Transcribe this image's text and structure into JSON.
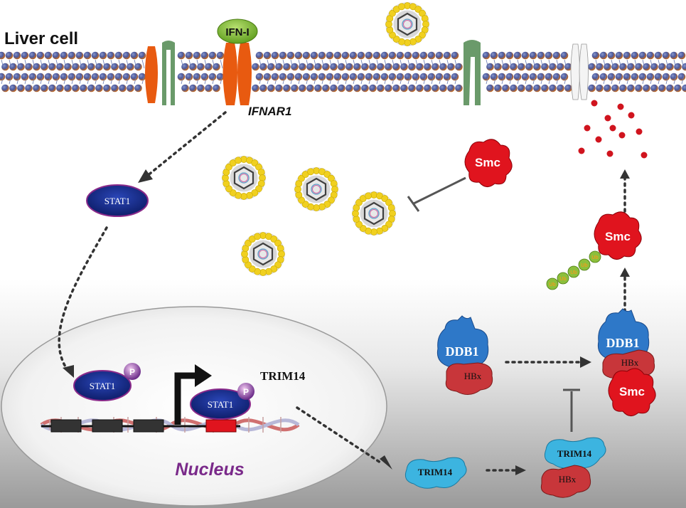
{
  "labels": {
    "cell_title": "Liver cell",
    "ifn": "IFN-I",
    "receptor": "IFNAR1",
    "nucleus": "Nucleus",
    "trim14_gene": "TRIM14"
  },
  "proteins": {
    "stat1": "STAT1",
    "phospho": "P",
    "smc": "Smc",
    "ddb1": "DDB1",
    "hbx": "HBx",
    "trim14": "TRIM14",
    "ub": "Ub"
  },
  "colors": {
    "stat1": "#1a2f8c",
    "smc": "#e0141e",
    "ddb1": "#2e78c8",
    "hbx": "#c8363a",
    "trim14": "#3cb4e0",
    "ub": "#8cbf3c",
    "nucleus_text": "#7a2a8a",
    "virus_coat": "#f0d020"
  }
}
